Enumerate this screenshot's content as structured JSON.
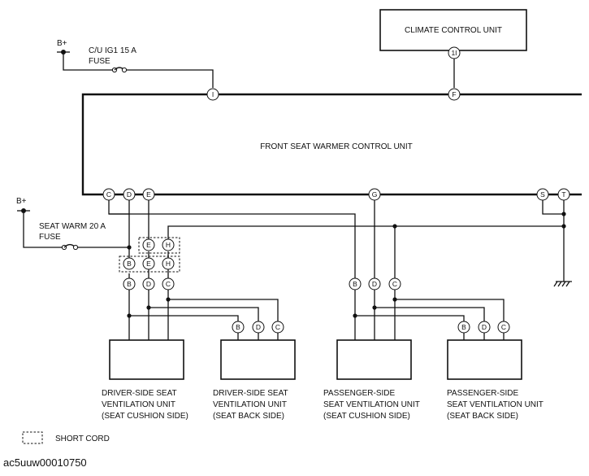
{
  "power": {
    "bplus_top": "B+",
    "bplus_left": "B+",
    "fuse1": [
      "C/U IG1 15 A",
      "FUSE"
    ],
    "fuse2": [
      "SEAT WARM 20 A",
      "FUSE"
    ]
  },
  "units": {
    "climate": "CLIMATE CONTROL UNIT",
    "front": "FRONT SEAT WARMER CONTROL UNIT",
    "u1": [
      "DRIVER-SIDE SEAT",
      "VENTILATION UNIT",
      "(SEAT CUSHION SIDE)"
    ],
    "u2": [
      "DRIVER-SIDE SEAT",
      "VENTILATION UNIT",
      "(SEAT BACK SIDE)"
    ],
    "u3": [
      "PASSENGER-SIDE",
      "SEAT VENTILATION UNIT",
      "(SEAT CUSHION SIDE)"
    ],
    "u4": [
      "PASSENGER-SIDE",
      "SEAT VENTILATION UNIT",
      "(SEAT BACK SIDE)"
    ]
  },
  "pins": {
    "climate_1I": "1I",
    "front_I": "I",
    "front_F": "F",
    "front_C": "C",
    "front_D": "D",
    "front_E": "E",
    "front_G": "G",
    "front_S": "S",
    "front_T": "T",
    "sc_top_E": "E",
    "sc_top_H": "H",
    "sc_bot_B": "B",
    "sc_bot_E": "E",
    "sc_bot_H": "H",
    "u1_B": "B",
    "u1_D": "D",
    "u1_C": "C",
    "u2_B": "B",
    "u2_D": "D",
    "u2_C": "C",
    "u3_B": "B",
    "u3_D": "D",
    "u3_C": "C",
    "u4_B": "B",
    "u4_D": "D",
    "u4_C": "C"
  },
  "legend": {
    "short_cord": "SHORT CORD"
  },
  "doc_id": "ac5uuw00010750"
}
